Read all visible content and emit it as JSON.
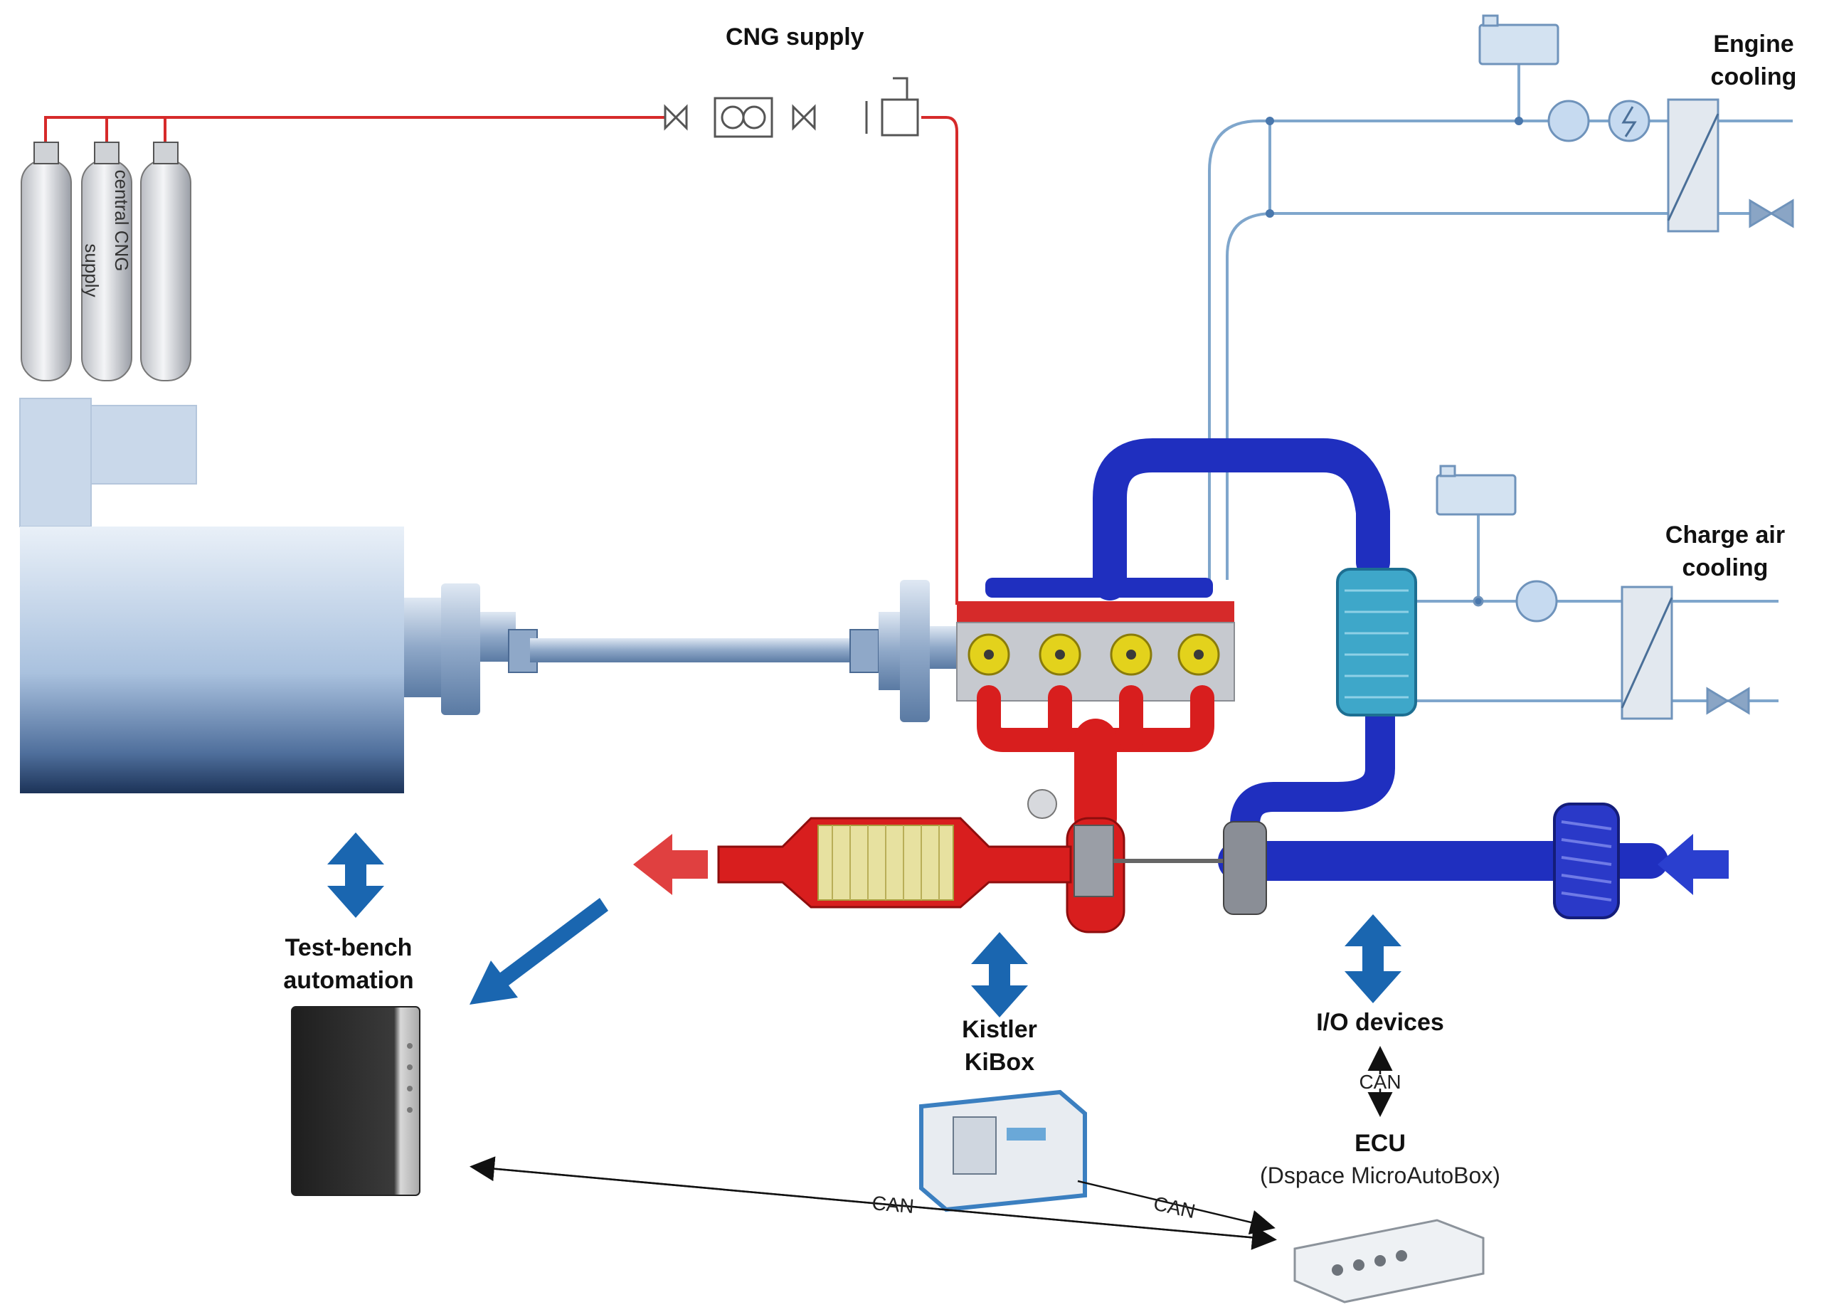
{
  "labels": {
    "cng_supply": "CNG supply",
    "central_cng": "central CNG",
    "supply": "supply",
    "engine_cooling_1": "Engine",
    "engine_cooling_2": "cooling",
    "charge_air_1": "Charge air",
    "charge_air_2": "cooling",
    "testbench_1": "Test-bench",
    "testbench_2": "automation",
    "kistler_1": "Kistler",
    "kistler_2": "KiBox",
    "io_devices": "I/O devices",
    "can": "CAN",
    "ecu": "ECU",
    "ecu_sub": "(Dspace MicroAutoBox)"
  },
  "colors": {
    "gas_line": "#d62a2a",
    "coolant_line": "#7fa6cc",
    "intake": "#1f2fbf",
    "exhaust": "#d81e1e",
    "arrow": "#1a66b0",
    "dyno": "#9fb8d6"
  }
}
